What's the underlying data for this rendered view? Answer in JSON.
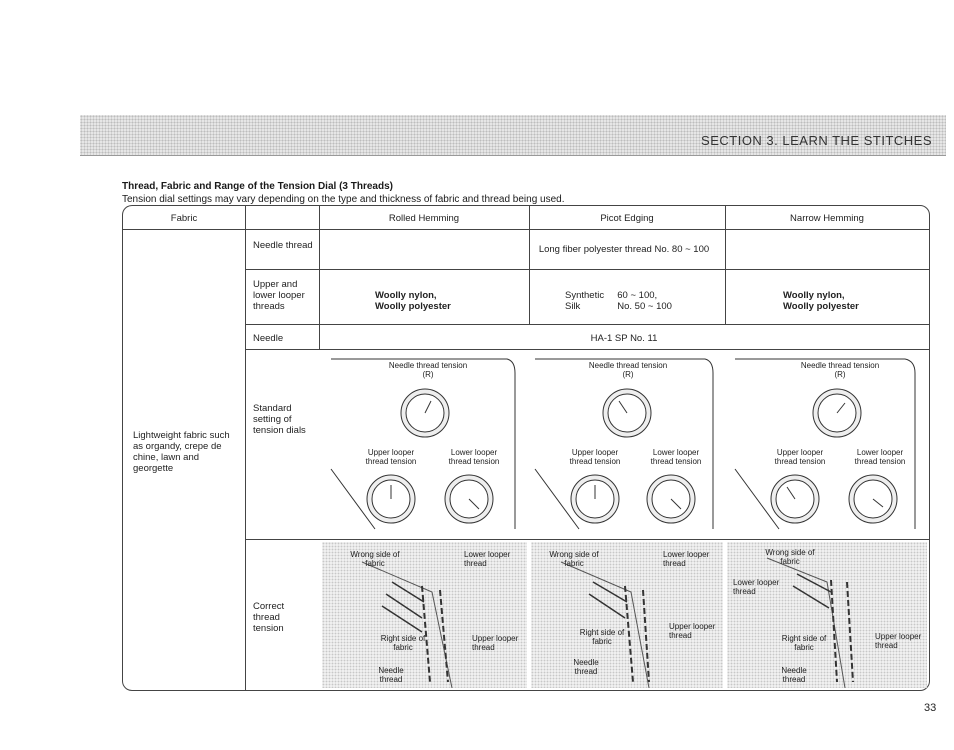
{
  "header": {
    "section_title": "SECTION 3.   LEARN THE STITCHES"
  },
  "heading": "Thread, Fabric and Range of the Tension Dial  (3 Threads)",
  "subheading": "Tension dial settings may vary depending on the type and thickness of fabric and thread being used.",
  "table": {
    "col_headers": [
      "Fabric",
      "Rolled Hemming",
      "Picot Edging",
      "Narrow Hemming"
    ],
    "fabric_desc": "Lightweight fabric such as organdy, crepe de chine, lawn and georgette",
    "rows": {
      "needle_thread": {
        "label": "Needle thread",
        "value": "Long fiber polyester thread No. 80 ~ 100"
      },
      "looper_threads": {
        "label": "Upper and lower looper threads",
        "rolled": "Woolly nylon,\nWoolly polyester",
        "picot_line1": "Synthetic     60 ~ 100,",
        "picot_line2": "Silk              No. 50 ~ 100",
        "narrow": "Woolly nylon,\nWoolly polyester"
      },
      "needle": {
        "label": "Needle",
        "value": "HA-1 SP No. 11"
      },
      "dials": {
        "label": "Standard setting of tension dials",
        "needle_tension": "Needle thread tension (R)",
        "upper_tension": "Upper looper thread tension",
        "lower_tension": "Lower looper thread tension"
      },
      "correct": {
        "label": "Correct thread tension",
        "wrong_side": "Wrong side of fabric",
        "right_side": "Right side of fabric",
        "lower_looper": "Lower looper thread",
        "upper_looper": "Upper looper thread",
        "needle_thread": "Needle thread"
      }
    }
  },
  "page_number": "33"
}
